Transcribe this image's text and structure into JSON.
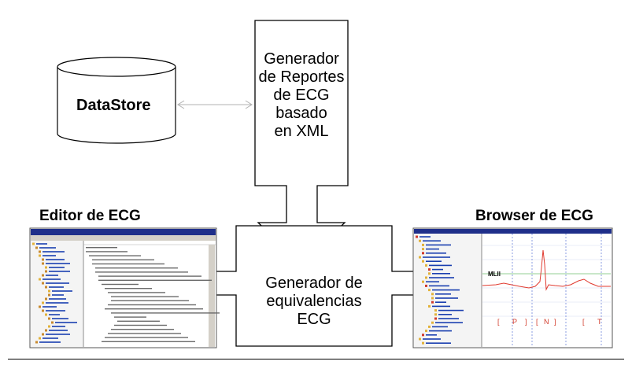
{
  "datastore": {
    "label": "DataStore"
  },
  "report_generator": {
    "lines": [
      "Generador",
      "de Reportes",
      "de ECG",
      "basado",
      "en XML"
    ]
  },
  "equivalence_generator": {
    "lines": [
      "Generador de",
      "equivalencias",
      "ECG"
    ]
  },
  "editor": {
    "title": "Editor de ECG"
  },
  "browser": {
    "title": "Browser de ECG",
    "lead_label": "MLII",
    "markers": [
      "[",
      "P",
      "]",
      "[",
      "N",
      "]",
      "[",
      "T"
    ]
  },
  "colors": {
    "stroke": "#000000",
    "connector": "#b0b0b0",
    "window_title": "#1f2f8a",
    "tree_link": "#1a3fb0",
    "ecg_trace": "#e0392e",
    "marker": "#d23a2a"
  }
}
